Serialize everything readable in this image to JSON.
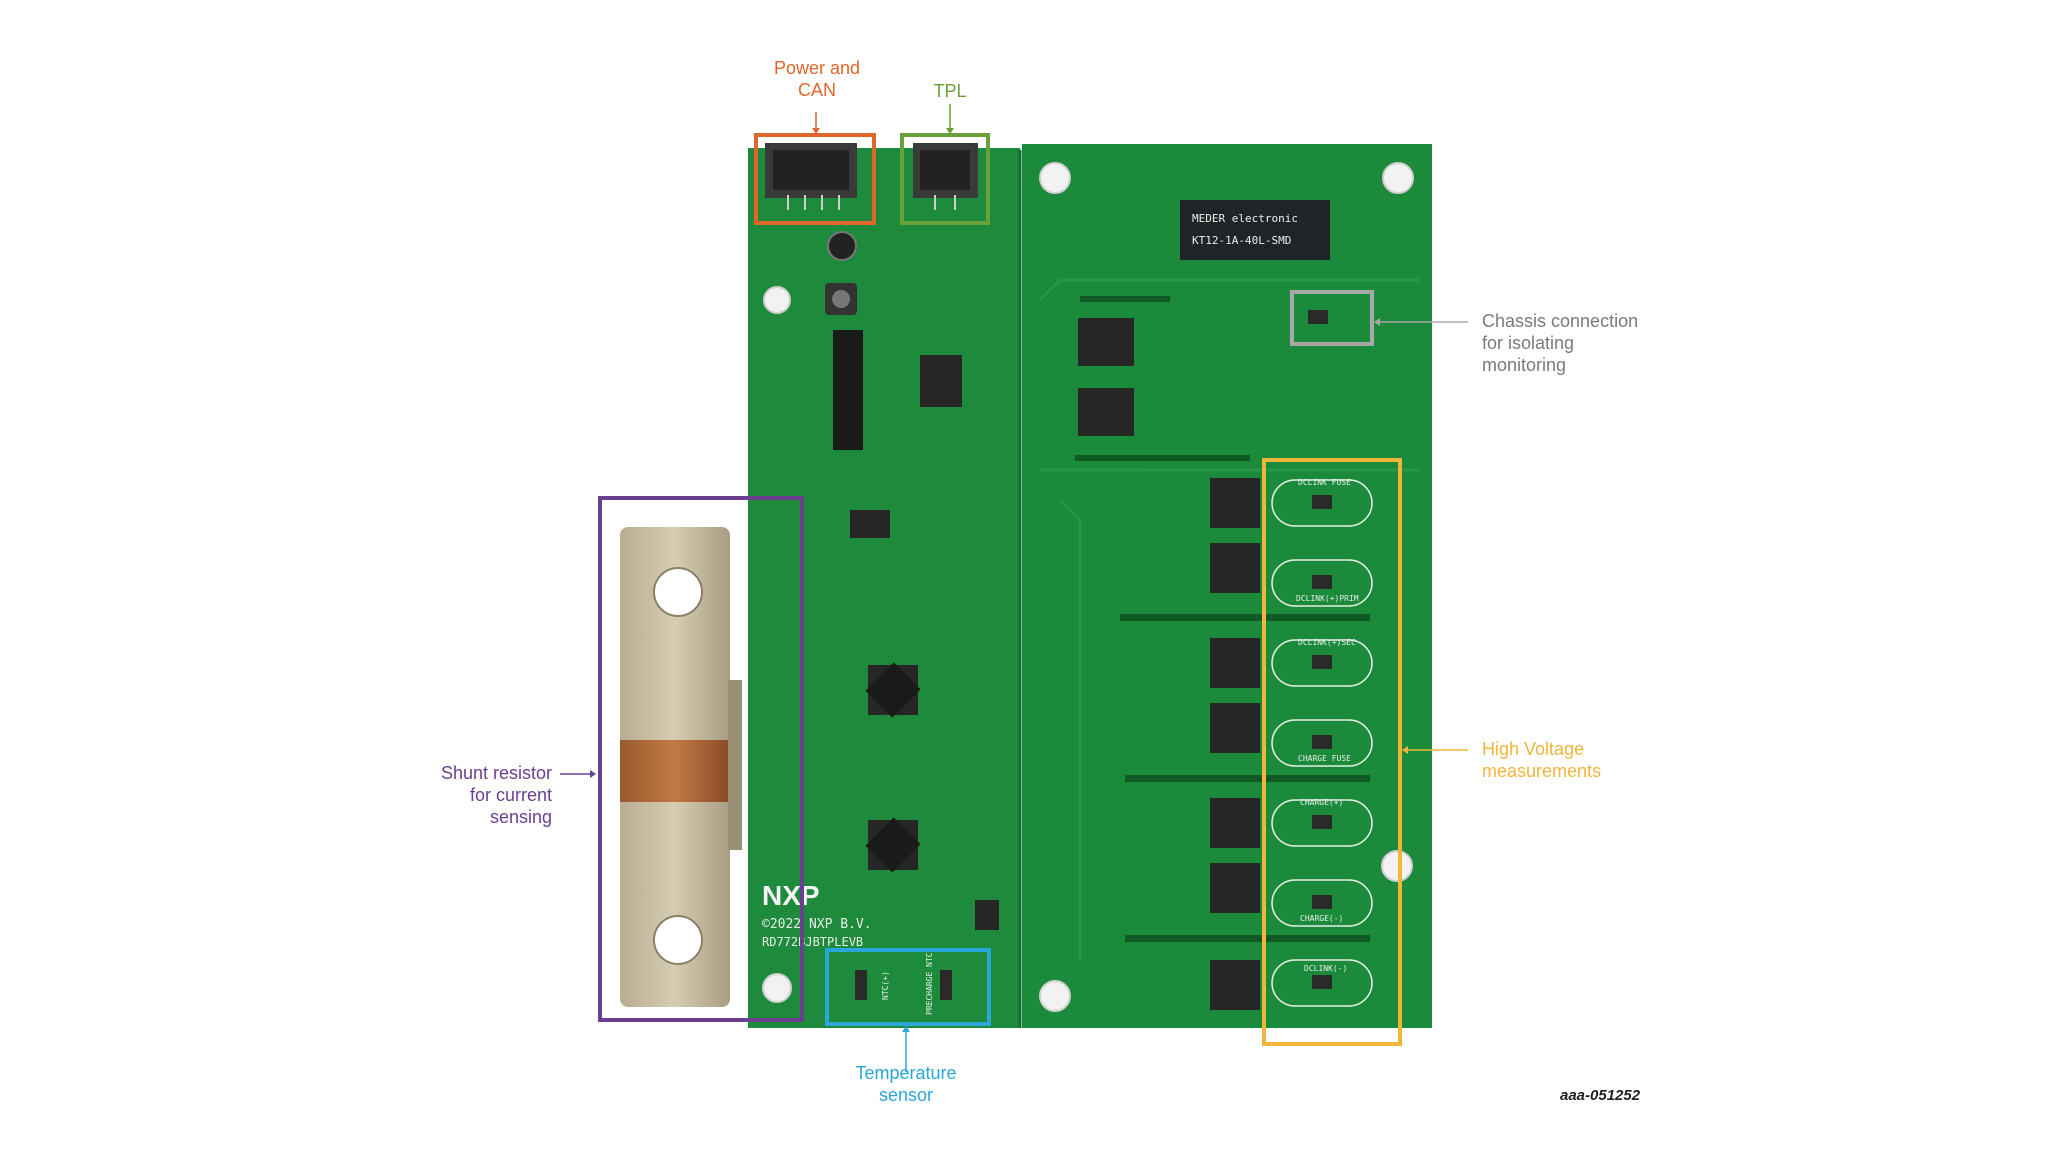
{
  "colors": {
    "power_can": "#e0662a",
    "tpl": "#6aa13a",
    "chassis": "#a8a8a8",
    "high_voltage": "#f0b63a",
    "shunt": "#6a3f8f",
    "temperature": "#2aa6d8",
    "pcb": "#1a8a3a",
    "label_gray": "#7a7a7a"
  },
  "callouts": {
    "power_can": [
      "Power and",
      "CAN"
    ],
    "tpl": [
      "TPL"
    ],
    "chassis": [
      "Chassis connection",
      "for isolating",
      "monitoring"
    ],
    "high_voltage": [
      "High Voltage",
      "measurements"
    ],
    "shunt": [
      "Shunt resistor",
      "for current",
      "sensing"
    ],
    "temperature": [
      "Temperature",
      "sensor"
    ]
  },
  "board_text": {
    "brand": "NXP",
    "copyright": "©2022 NXP B.V.",
    "part_number": "RD772BJBTPLEVB",
    "relay": "MEDER electronic",
    "relay_part": "KT12-1A-40L-SMD",
    "hv_labels": [
      "DCLINK FUSE",
      "DCLINK(+)PRIM",
      "DCLINK(+)SEC",
      "CHARGE FUSE",
      "CHARGE(+)",
      "CHARGE(-)",
      "DCLINK(-)"
    ],
    "temp_labels": [
      "NTC(+)",
      "PRECHARGE NTC"
    ]
  },
  "figure_id": "aaa-051252"
}
